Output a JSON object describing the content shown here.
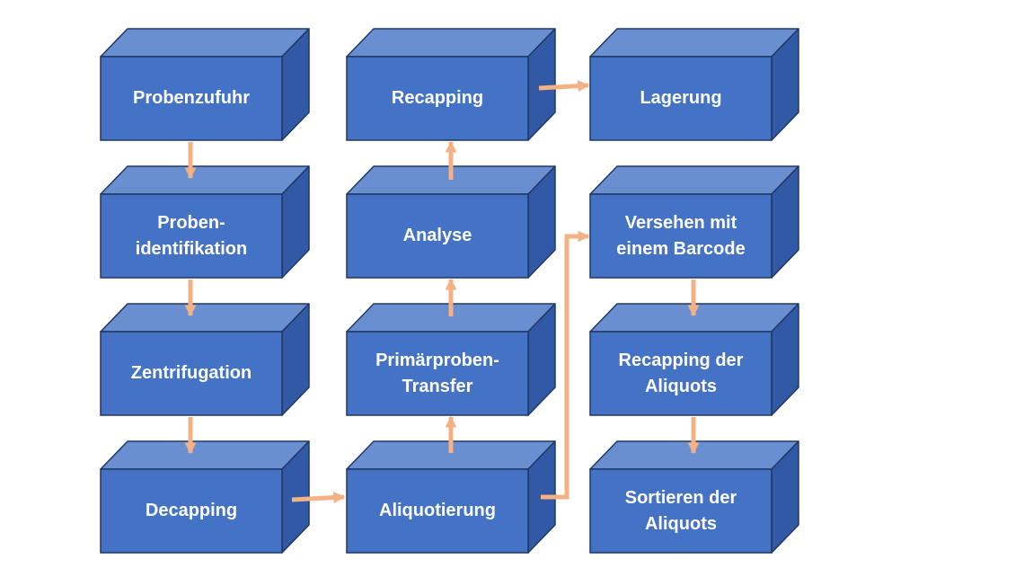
{
  "colors": {
    "front": "#4472C4",
    "top": "#6A8FD0",
    "side": "#3259A5",
    "edge": "#1F3864",
    "arrow": "#F4B183",
    "text": "#FFFFFF"
  },
  "blocks": [
    {
      "id": "probenzufuhr",
      "label": "Probenzufuhr"
    },
    {
      "id": "probenidentifikation",
      "label": "Proben-\nidentifikation"
    },
    {
      "id": "zentrifugation",
      "label": "Zentrifugation"
    },
    {
      "id": "decapping",
      "label": "Decapping"
    },
    {
      "id": "recapping",
      "label": "Recapping"
    },
    {
      "id": "analyse",
      "label": "Analyse"
    },
    {
      "id": "primaerproben-transfer",
      "label": "Primärproben-\nTransfer"
    },
    {
      "id": "aliquotierung",
      "label": "Aliquotierung"
    },
    {
      "id": "lagerung",
      "label": "Lagerung"
    },
    {
      "id": "barcode",
      "label": "Versehen mit\neinem Barcode"
    },
    {
      "id": "recapping-aliquots",
      "label": "Recapping der\nAliquots"
    },
    {
      "id": "sortieren-aliquots",
      "label": "Sortieren der\nAliquots"
    }
  ],
  "connections": [
    {
      "from": "probenzufuhr",
      "to": "probenidentifikation"
    },
    {
      "from": "probenidentifikation",
      "to": "zentrifugation"
    },
    {
      "from": "zentrifugation",
      "to": "decapping"
    },
    {
      "from": "decapping",
      "to": "aliquotierung"
    },
    {
      "from": "aliquotierung",
      "to": "primaerproben-transfer"
    },
    {
      "from": "primaerproben-transfer",
      "to": "analyse"
    },
    {
      "from": "analyse",
      "to": "recapping"
    },
    {
      "from": "recapping",
      "to": "lagerung"
    },
    {
      "from": "aliquotierung",
      "to": "barcode"
    },
    {
      "from": "barcode",
      "to": "recapping-aliquots"
    },
    {
      "from": "recapping-aliquots",
      "to": "sortieren-aliquots"
    }
  ]
}
